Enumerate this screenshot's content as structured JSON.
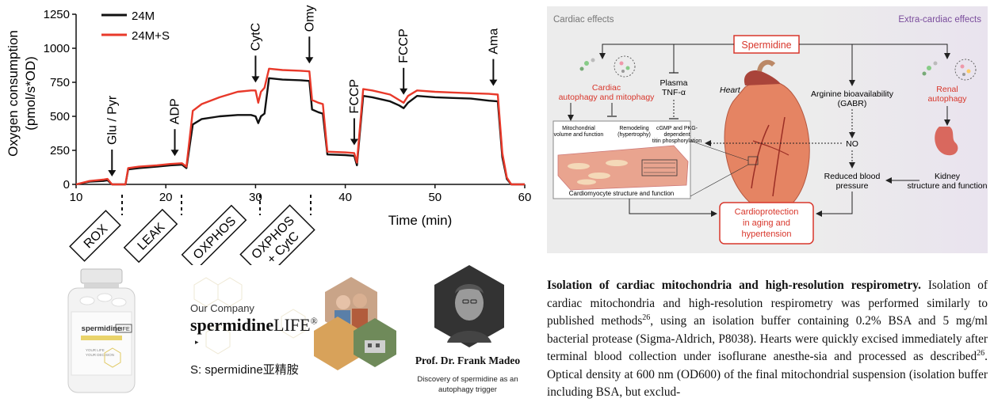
{
  "chart_data": {
    "type": "line",
    "title": "",
    "xlabel": "Time (min)",
    "ylabel": "Oxygen consumption (pmol/s*OD)",
    "ylabel_lines": [
      "Oxygen consumption",
      "(pmol/s*OD)"
    ],
    "xlim": [
      10,
      60
    ],
    "ylim": [
      0,
      1250
    ],
    "xticks": [
      10,
      20,
      30,
      40,
      50,
      60
    ],
    "yticks": [
      0,
      250,
      500,
      750,
      1000,
      1250
    ],
    "grid": false,
    "legend_position": "top-left",
    "series": [
      {
        "name": "24M",
        "color": "#111111",
        "points": [
          [
            10,
            0
          ],
          [
            11.5,
            20
          ],
          [
            13,
            25
          ],
          [
            13.5,
            30
          ],
          [
            14,
            0
          ],
          [
            15,
            0
          ],
          [
            15.5,
            0
          ],
          [
            15.8,
            110
          ],
          [
            17,
            120
          ],
          [
            19,
            130
          ],
          [
            20.5,
            140
          ],
          [
            21.8,
            145
          ],
          [
            22.3,
            120
          ],
          [
            23,
            440
          ],
          [
            24,
            480
          ],
          [
            26,
            500
          ],
          [
            28,
            510
          ],
          [
            29.5,
            510
          ],
          [
            30,
            500
          ],
          [
            30.3,
            450
          ],
          [
            30.6,
            500
          ],
          [
            31,
            520
          ],
          [
            31.5,
            780
          ],
          [
            33,
            770
          ],
          [
            35,
            765
          ],
          [
            36,
            760
          ],
          [
            36.3,
            550
          ],
          [
            37,
            530
          ],
          [
            37.5,
            520
          ],
          [
            38,
            220
          ],
          [
            40,
            215
          ],
          [
            41,
            210
          ],
          [
            41.3,
            140
          ],
          [
            42,
            650
          ],
          [
            43,
            640
          ],
          [
            45,
            610
          ],
          [
            46,
            580
          ],
          [
            46.5,
            560
          ],
          [
            47,
            600
          ],
          [
            48,
            650
          ],
          [
            50,
            640
          ],
          [
            52,
            635
          ],
          [
            54,
            630
          ],
          [
            56,
            615
          ],
          [
            57,
            610
          ],
          [
            57.5,
            200
          ],
          [
            58,
            40
          ],
          [
            58.5,
            0
          ],
          [
            60,
            0
          ]
        ]
      },
      {
        "name": "24M+S",
        "color": "#e8392a",
        "points": [
          [
            10,
            0
          ],
          [
            11.5,
            25
          ],
          [
            13,
            35
          ],
          [
            13.5,
            40
          ],
          [
            14,
            0
          ],
          [
            15,
            0
          ],
          [
            15.5,
            0
          ],
          [
            15.8,
            120
          ],
          [
            17,
            130
          ],
          [
            19,
            140
          ],
          [
            20.5,
            150
          ],
          [
            21.8,
            155
          ],
          [
            22.3,
            130
          ],
          [
            23,
            540
          ],
          [
            24,
            590
          ],
          [
            26,
            640
          ],
          [
            28,
            680
          ],
          [
            29.5,
            690
          ],
          [
            30,
            690
          ],
          [
            30.3,
            600
          ],
          [
            30.6,
            680
          ],
          [
            31,
            710
          ],
          [
            31.5,
            850
          ],
          [
            33,
            840
          ],
          [
            35,
            835
          ],
          [
            36,
            830
          ],
          [
            36.3,
            620
          ],
          [
            37,
            600
          ],
          [
            37.5,
            590
          ],
          [
            38,
            240
          ],
          [
            40,
            235
          ],
          [
            41,
            230
          ],
          [
            41.3,
            160
          ],
          [
            42,
            700
          ],
          [
            43,
            690
          ],
          [
            45,
            660
          ],
          [
            46,
            620
          ],
          [
            46.5,
            600
          ],
          [
            47,
            650
          ],
          [
            48,
            690
          ],
          [
            50,
            680
          ],
          [
            52,
            675
          ],
          [
            54,
            670
          ],
          [
            56,
            665
          ],
          [
            57,
            660
          ],
          [
            57.5,
            230
          ],
          [
            58,
            50
          ],
          [
            58.5,
            0
          ],
          [
            60,
            0
          ]
        ]
      }
    ],
    "annotations": [
      {
        "text": "Glu / Pyr",
        "x": 14
      },
      {
        "text": "ADP",
        "x": 21
      },
      {
        "text": "CytC",
        "x": 30
      },
      {
        "text": "Omy",
        "x": 36
      },
      {
        "text": "FCCP",
        "x": 41
      },
      {
        "text": "FCCP",
        "x": 46.5
      },
      {
        "text": "Ama",
        "x": 56.5
      }
    ],
    "states": [
      "ROX",
      "LEAK",
      "OXPHOS",
      "OXPHOS",
      "+ CytC"
    ]
  },
  "diagram": {
    "left_title": "Cardiac effects",
    "right_title": "Extra-cardiac effects",
    "spermidine": "Spermidine",
    "cardiac_autophagy": [
      "Cardiac",
      "autophagy and mitophagy"
    ],
    "plasma": [
      "Plasma",
      "TNF-α"
    ],
    "heart": "Heart",
    "arginine": [
      "Arginine bioavailability",
      "(GABR)"
    ],
    "renal": [
      "Renal",
      "autophagy"
    ],
    "mito_volume": [
      "Mitochondrial",
      "volume and function"
    ],
    "remodeling": [
      "Remodeling",
      "(hypertrophy)"
    ],
    "cgmp": [
      "cGMP and PKG-",
      "dependent",
      "titin phosphorylation"
    ],
    "no": "NO",
    "cardiomyocyte": "Cardiomyocyte structure and function",
    "reduced_bp": [
      "Reduced blood",
      "pressure"
    ],
    "kidney": [
      "Kidney",
      "structure and function"
    ],
    "cardioprotection": [
      "Cardioprotection",
      "in aging and",
      "hypertension"
    ],
    "colors": {
      "red": "#d8362b",
      "purple": "#7a4c9c",
      "gray_bg": "#eeecee"
    }
  },
  "product": {
    "brand_line1": "spermidine",
    "brand_line2": "LIFE",
    "tagline": [
      "YOUR LIFE",
      "YOUR DECISION"
    ]
  },
  "company": {
    "small": "Our Company",
    "name_bold": "spermidine",
    "name_rest": "LIFE",
    "reg": "®"
  },
  "s_label": "S: spermidine亚精胺",
  "professor": {
    "name": "Prof. Dr. Frank Madeo",
    "subtitle_1": "Discovery of spermidine as an",
    "subtitle_2": "autophagy trigger"
  },
  "paper": {
    "heading": "Isolation of cardiac mitochondria and high-resolution respirometry.",
    "p1": " Isolation of cardiac mitochondria and high-resolution respirometry was performed similarly to published methods",
    "ref1": "26",
    "p2": ", using an isolation buffer containing 0.2% BSA and 5 mg/ml bacterial protease (Sigma-Aldrich, P8038). Hearts were quickly excised immediately after terminal blood collection under isoflurane anesthe-sia and processed as described",
    "ref2": "26",
    "p3": ". Optical density at 600 nm (OD600) of the final mitochondrial suspension (isolation buffer including BSA, but exclud-"
  }
}
